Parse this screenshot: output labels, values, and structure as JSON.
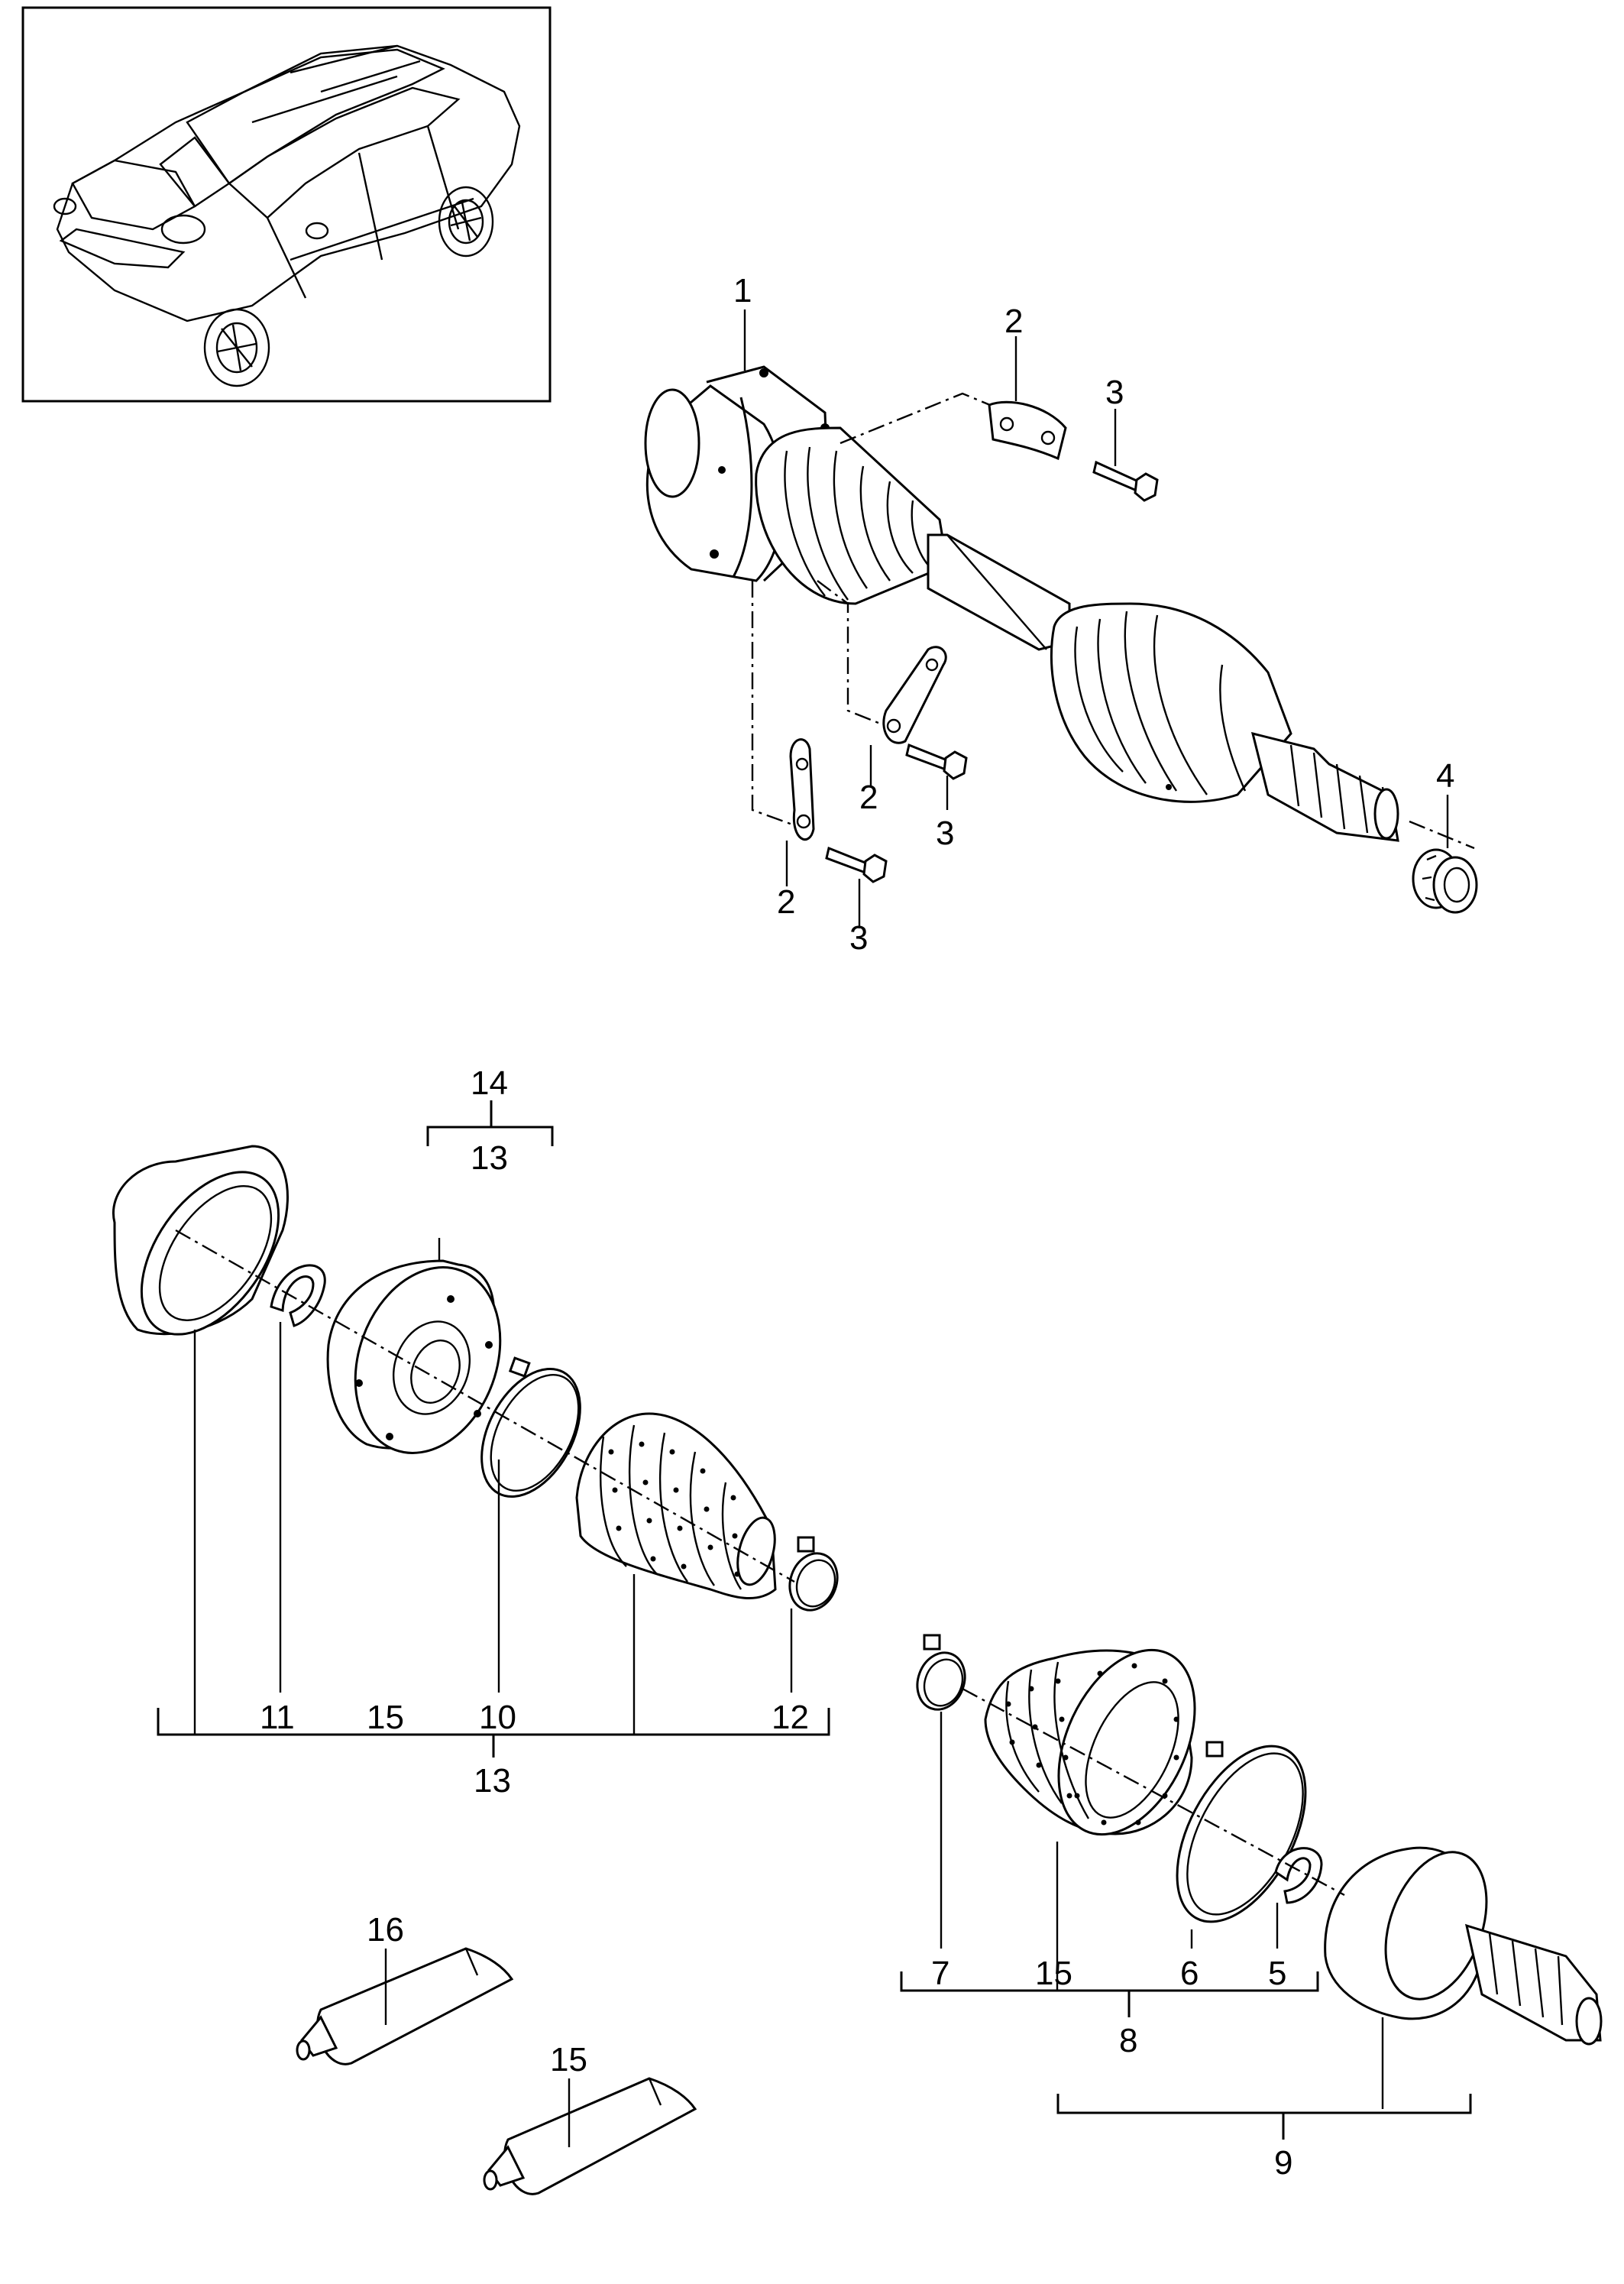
{
  "diagram": {
    "labels": {
      "shaft": "1",
      "plate_a": "2",
      "plate_b": "2",
      "plate_c": "2",
      "bolt_a": "3",
      "bolt_b": "3",
      "bolt_c": "3",
      "nut": "4",
      "circlip_outer": "5",
      "band_outer_large": "6",
      "band_outer_small": "7",
      "kit_outer_boot": "8",
      "kit_outer_joint": "9",
      "band_inner_large": "10",
      "circlip_inner": "11",
      "band_inner_small": "12",
      "kit_inner_boot": "13",
      "kit_inner_joint_sub": "13",
      "kit_inner_joint": "14",
      "grease_inner": "15",
      "grease_outer": "15",
      "grease_tube_a": "15",
      "grease_tube_b": "16"
    },
    "icons": {
      "vehicle": "suv-vehicle-icon",
      "grease": "grease-tube-icon"
    }
  }
}
